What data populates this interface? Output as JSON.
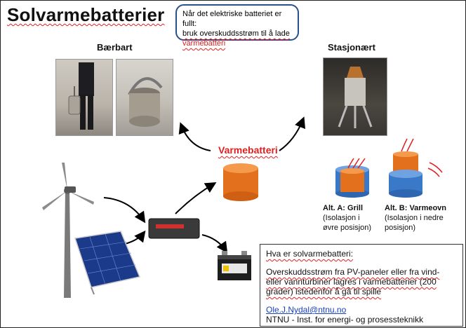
{
  "title": "Solvarmebatterier",
  "callout": {
    "line1": "Når det elektriske batteriet er fullt:",
    "line2": "bruk overskuddsstrøm til å lade",
    "line3": "varmebatteri"
  },
  "portable": {
    "heading": "Bærbart"
  },
  "stationary": {
    "heading": "Stasjonært"
  },
  "center_label": "Varmebatteri",
  "alt_a": {
    "title": "Alt. A: Grill",
    "line1": "(Isolasjon i",
    "line2": "øvre posisjon)"
  },
  "alt_b": {
    "title": "Alt. B: Varmeovn",
    "line1": "(Isolasjon i nedre",
    "line2": "posisjon)"
  },
  "info": {
    "heading": "Hva er solvarmebatteri:",
    "body": "Overskuddsstrøm fra PV-paneler eller fra vind- eller vannturbiner lagres i varmebatterier (200 grader) istedenfor å gå til spille",
    "email": "Ole.J.Nydal@ntnu.no",
    "institution": "NTNU - Inst. for energi- og prosessteknikk"
  },
  "colors": {
    "accent": "#e02020",
    "battery_orange": "#e2701c",
    "insulation_blue": "#3a78c8",
    "callout_border": "#2a4f8f"
  }
}
